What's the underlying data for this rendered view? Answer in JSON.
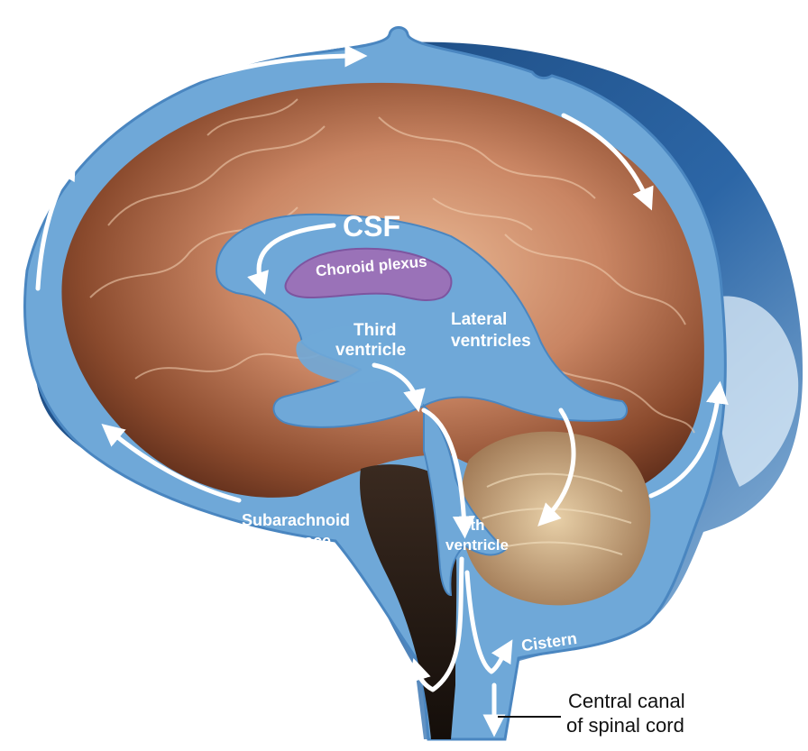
{
  "labels": {
    "csf": "CSF",
    "choroid_plexus": "Choroid plexus",
    "third_ventricle_line1": "Third",
    "third_ventricle_line2": "ventricle",
    "lateral_ventricles_line1": "Lateral",
    "lateral_ventricles_line2": "ventricles",
    "fourth_ventricle_line1": "4th",
    "fourth_ventricle_line2": "ventricle",
    "subarachnoid_line1": "Subarachnoid",
    "subarachnoid_line2": "space",
    "cistern": "Cistern",
    "central_canal_line1": "Central canal",
    "central_canal_line2": "of spinal cord"
  },
  "colors": {
    "csf_blue": "#6fa8d8",
    "csf_edge": "#4a86c0",
    "skull_sky_dark": "#1f4f86",
    "skull_sky_light": "#9cc4e6",
    "brain_dark": "#7a3a22",
    "brain_light": "#e8b28a",
    "choroid": "#9a72b8",
    "arrow": "#ffffff",
    "leader_line": "#111111"
  }
}
